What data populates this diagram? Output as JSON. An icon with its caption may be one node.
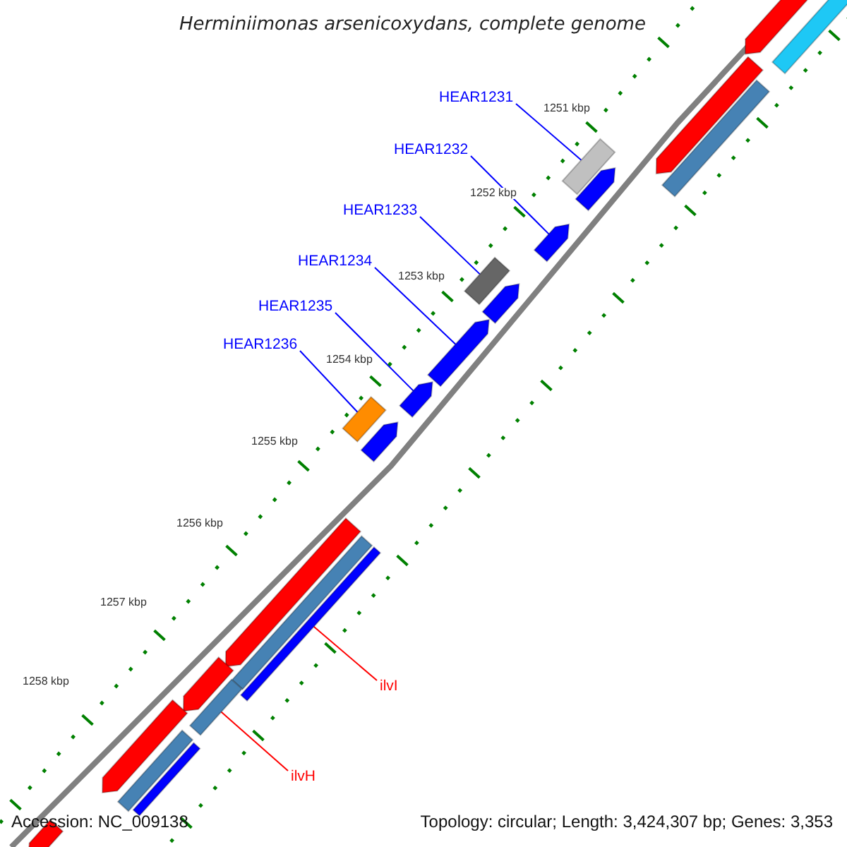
{
  "diagram": {
    "title": "Herminiimonas arsenicoxydans, complete genome",
    "nodes": [
      {
        "text": [
          "HEAR1231"
        ]
      },
      {
        "text": [
          "HEAR1232"
        ]
      },
      {
        "text": [
          "HEAR1233"
        ]
      },
      {
        "text": [
          "HEAR1234"
        ]
      },
      {
        "text": [
          "HEAR1235"
        ]
      },
      {
        "text": [
          "HEAR1236"
        ]
      },
      {
        "text": [
          "ilvI"
        ]
      },
      {
        "text": [
          "ilvH"
        ]
      },
      {
        "text": [],
        "shape": "arrow"
      },
      {
        "text": [],
        "shape": "box"
      },
      {
        "text": [],
        "shape": "arrow"
      },
      {
        "text": [],
        "shape": "box"
      },
      {
        "text": [],
        "shape": "box"
      },
      {
        "text": [],
        "shape": "arrow"
      },
      {
        "text": [],
        "shape": "arrow"
      },
      {
        "text": [],
        "shape": "box"
      },
      {
        "text": [],
        "shape": "arrow"
      },
      {
        "text": [],
        "shape": "arrow"
      },
      {
        "text": [],
        "shape": "arrow"
      },
      {
        "text": [],
        "shape": "box"
      },
      {
        "text": [],
        "shape": "arrow"
      },
      {
        "text": [],
        "shape": "arrow"
      },
      {
        "text": [],
        "shape": "box"
      },
      {
        "text": [],
        "shape": "box"
      },
      {
        "text": [],
        "shape": "arrow"
      },
      {
        "text": [],
        "shape": "box"
      },
      {
        "text": [],
        "shape": "arrow"
      },
      {
        "text": [],
        "shape": "box"
      },
      {
        "text": [],
        "shape": "box"
      },
      {
        "text": [],
        "shape": "arrow"
      }
    ],
    "edges": [
      {
        "from": 0,
        "to": 12,
        "arrow": "none"
      },
      {
        "from": 1,
        "to": 14,
        "arrow": "none"
      },
      {
        "from": 2,
        "to": 15,
        "arrow": "none"
      },
      {
        "from": 3,
        "to": 17,
        "arrow": "none"
      },
      {
        "from": 4,
        "to": 18,
        "arrow": "none"
      },
      {
        "from": 5,
        "to": 19,
        "arrow": "none"
      },
      {
        "from": 6,
        "to": 23,
        "arrow": "none",
        "color": "#ff0000"
      },
      {
        "from": 7,
        "to": 25,
        "arrow": "none",
        "color": "#ff0000"
      }
    ],
    "labels": [
      "1251 kbp",
      "1252 kbp",
      "1253 kbp",
      "1254 kbp",
      "1255 kbp",
      "1256 kbp",
      "1257 kbp",
      "1258 kbp",
      "Accession: NC_009138",
      "Topology: circular; Length: 3,424,307 bp; Genes: 3,353"
    ]
  }
}
